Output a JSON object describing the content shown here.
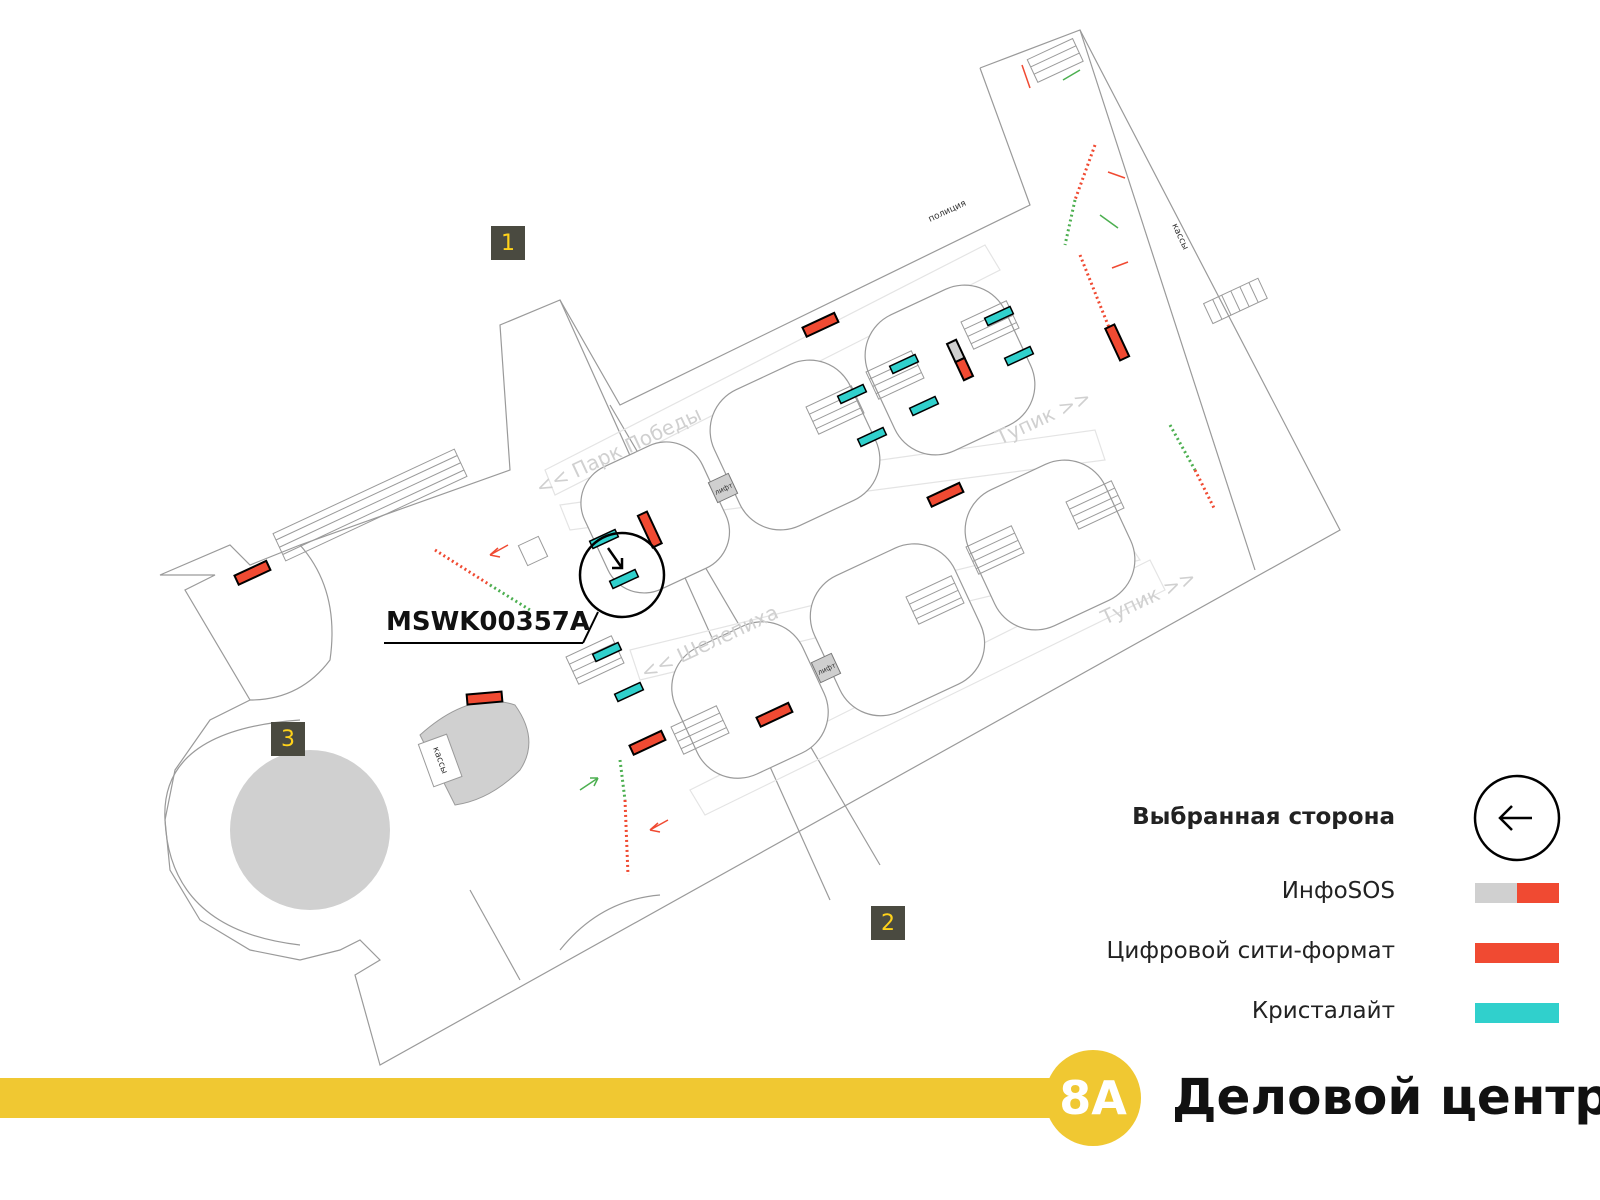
{
  "station": {
    "line_number": "8А",
    "name": "Деловой центр",
    "line_color": "#f0c832"
  },
  "selected_device": {
    "id": "MSWK00357A"
  },
  "exits": [
    {
      "label": "1"
    },
    {
      "label": "2"
    },
    {
      "label": "3"
    }
  ],
  "map_labels": {
    "direction_1": "<< Парк Победы",
    "direction_2": "<< Шелепиха",
    "dead_end_1": "Тупик >>",
    "dead_end_2": "Тупик >>",
    "police": "полиция",
    "cashier_1": "кассы",
    "cashier_2": "кассы",
    "elevator_1": "лифт",
    "elevator_2": "лифт"
  },
  "legend": {
    "selected_side": "Выбранная сторона",
    "infosos": "ИнфоSOS",
    "digital_city": "Цифровой сити-формат",
    "crystallight": "Кристалайт"
  },
  "colors": {
    "red": "#f04a32",
    "cyan": "#30d0cc",
    "gray": "#d0d0d0",
    "exit_badge": "#4a4a40",
    "exit_text": "#ffd21a"
  }
}
